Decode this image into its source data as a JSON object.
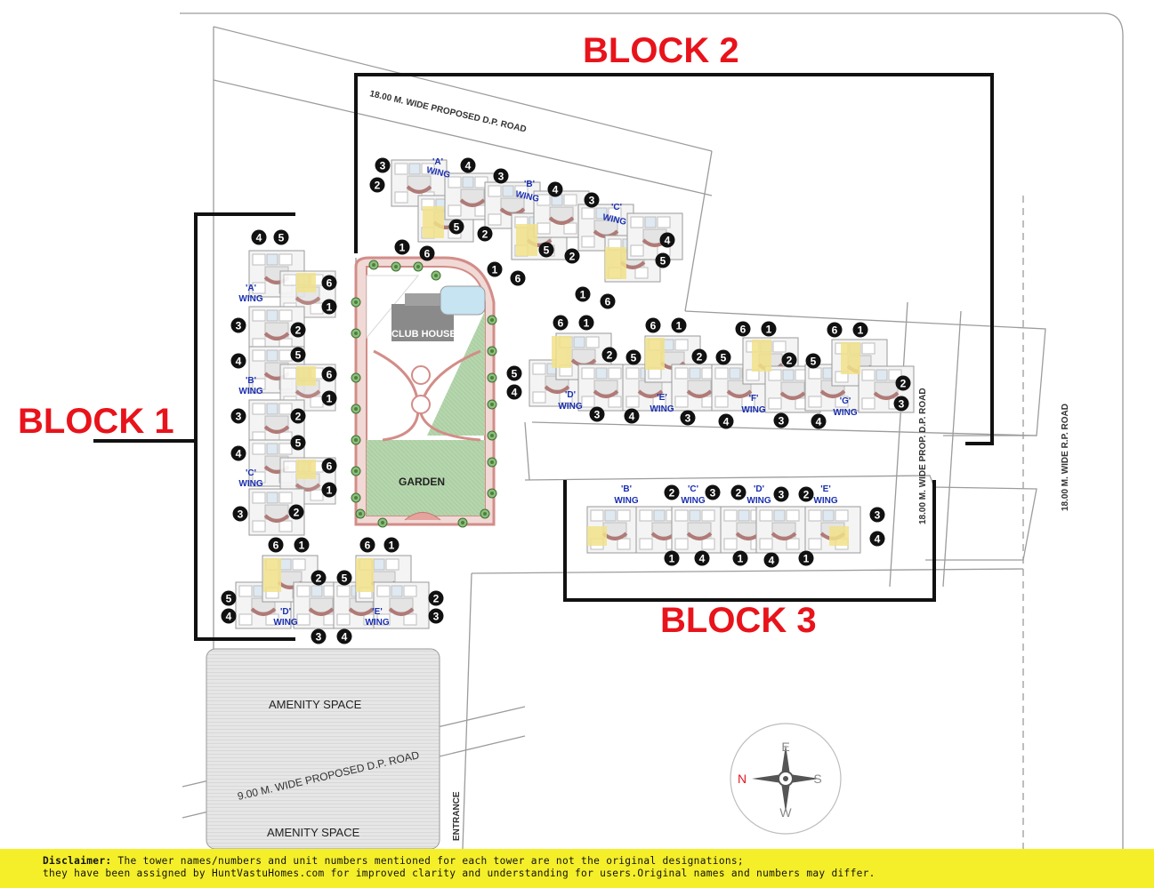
{
  "blocks": {
    "block1": "BLOCK 1",
    "block2": "BLOCK 2",
    "block3": "BLOCK 3"
  },
  "roads": {
    "top": "18.00 M. WIDE PROPOSED D.P. ROAD",
    "right_inner": "18.00 M. WIDE PROP. D.P. ROAD",
    "right_outer": "18.00 M. WIDE R.P. ROAD",
    "bottom": "9.00 M. WIDE PROPOSED D.P. ROAD"
  },
  "labels": {
    "club_house": "CLUB HOUSE",
    "garden": "GARDEN",
    "amenity_top": "AMENITY SPACE",
    "amenity_bottom": "AMENITY SPACE",
    "entrance": "ENTRANCE"
  },
  "wings": {
    "b1_a": [
      "'A'",
      "WING"
    ],
    "b1_b": [
      "'B'",
      "WING"
    ],
    "b1_c": [
      "'C'",
      "WING"
    ],
    "b1_d": [
      "'D'",
      "WING"
    ],
    "b1_e": [
      "'E'",
      "WING"
    ],
    "b2_a": [
      "'A'",
      "WING"
    ],
    "b2_b": [
      "'B'",
      "WING"
    ],
    "b2_c": [
      "'C'",
      "WING"
    ],
    "b2_d": [
      "'D'",
      "WING"
    ],
    "b2_e": [
      "'E'",
      "WING"
    ],
    "b2_f": [
      "'F'",
      "WING"
    ],
    "b2_g": [
      "'G'",
      "WING"
    ],
    "b3_b": [
      "'B'",
      "WING"
    ],
    "b3_c": [
      "'C'",
      "WING"
    ],
    "b3_d": [
      "'D'",
      "WING"
    ],
    "b3_e": [
      "'E'",
      "WING"
    ]
  },
  "compass": {
    "n": "N",
    "e": "E",
    "s": "S",
    "w": "W"
  },
  "unit_numbers": {
    "u1": "1",
    "u2": "2",
    "u3": "3",
    "u4": "4",
    "u5": "5",
    "u6": "6"
  },
  "disclaimer": {
    "label": "Disclaimer:",
    "line1": " The tower names/numbers and unit numbers mentioned for each tower are not the original designations;",
    "line2": "they have been assigned by HuntVastuHomes.com for improved clarity and understanding for users.Original names and numbers may differ."
  },
  "colors": {
    "block_label": "#e8131b",
    "wing_label": "#1a2fb0",
    "highlight": "#f5ef2a",
    "garden": "#a9cfa0",
    "clubhouse_path": "#d99a95"
  }
}
